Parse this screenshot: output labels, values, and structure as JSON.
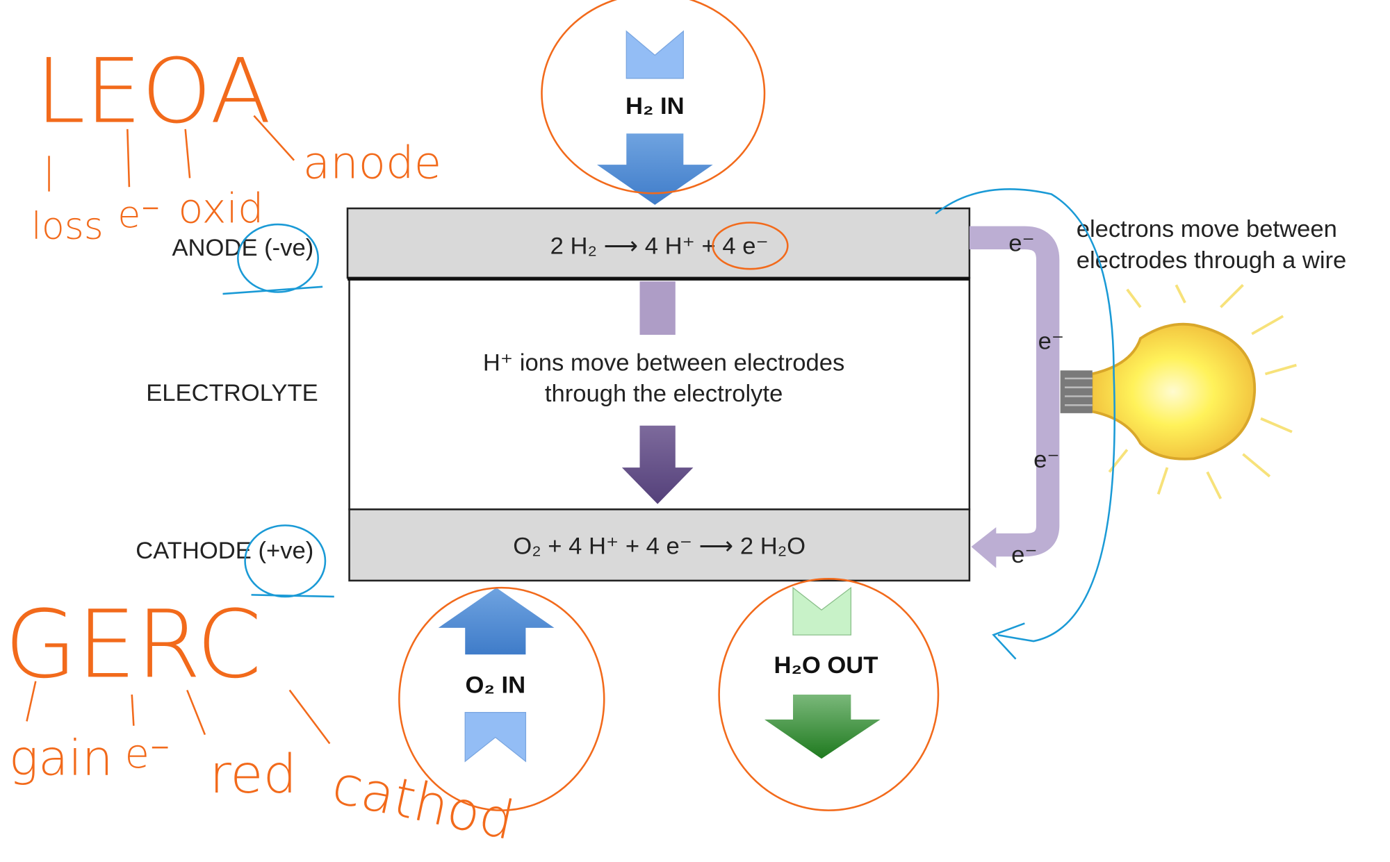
{
  "diagram": {
    "anode_label": "ANODE (-ve)",
    "electrolyte_label": "ELECTROLYTE",
    "cathode_label": "CATHODE (+ve)",
    "anode_equation": "2 H₂ ⟶ 4 H⁺ + 4 e⁻",
    "cathode_equation": "O₂ + 4 H⁺ + 4 e⁻ ⟶ 2 H₂O",
    "electrolyte_text_1": "H⁺ ions move between electrodes",
    "electrolyte_text_2": "through the electrolyte",
    "h2_in": "H₂ IN",
    "o2_in": "O₂ IN",
    "h2o_out": "H₂O OUT",
    "electron_label": "e⁻",
    "wire_text_1": "electrons move between",
    "wire_text_2": "electrodes through a wire",
    "colors": {
      "electrode_fill": "#d9d9d9",
      "wire": "#bcaed3",
      "h2_arrow": "#4a86d0",
      "ion_arrow": "#5e4a80",
      "water_arrow": "#2e8a2e",
      "annotation_orange": "#f26a1b",
      "annotation_blue": "#1a9ad6"
    }
  },
  "annotations": {
    "leoa": "LEOA",
    "leoa_loss": "loss",
    "leoa_e": "e⁻",
    "leoa_oxid": "oxid",
    "leoa_anode": "anode",
    "gerc": "GERC",
    "gerc_gain": "gain",
    "gerc_e": "e⁻",
    "gerc_red": "red",
    "gerc_cathode": "cathod"
  }
}
